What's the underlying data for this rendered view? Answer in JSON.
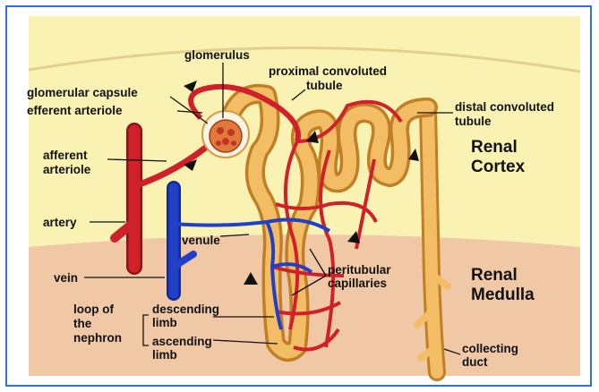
{
  "diagram": {
    "regions": {
      "cortex": [
        "Renal",
        "Cortex"
      ],
      "medulla": [
        "Renal",
        "Medulla"
      ]
    },
    "labels": {
      "glomerulus": "glomerulus",
      "proximal_line1": "proximal convoluted",
      "proximal_line2": "tubule",
      "glomerular_capsule": "glomerular capsule",
      "efferent_arteriole": "efferent arteriole",
      "afferent_line1": "afferent",
      "afferent_line2": "arteriole",
      "artery": "artery",
      "venule": "venule",
      "vein": "vein",
      "loop_line1": "loop of",
      "loop_line2": "the",
      "loop_line3": "nephron",
      "descending_line1": "descending",
      "descending_line2": "limb",
      "ascending_line1": "ascending",
      "ascending_line2": "limb",
      "distal_line1": "distal convoluted",
      "distal_line2": "tubule",
      "peritubular_line1": "peritubular",
      "peritubular_line2": "capillaries",
      "collecting_line1": "collecting",
      "collecting_line2": "duct"
    },
    "colors": {
      "cortex": "#f9f2b3",
      "medulla": "#f1c8a6",
      "artery": "#d0202a",
      "vein": "#2040c8",
      "tubule": "#f2b65c",
      "frame": "#2f6fe0"
    }
  }
}
